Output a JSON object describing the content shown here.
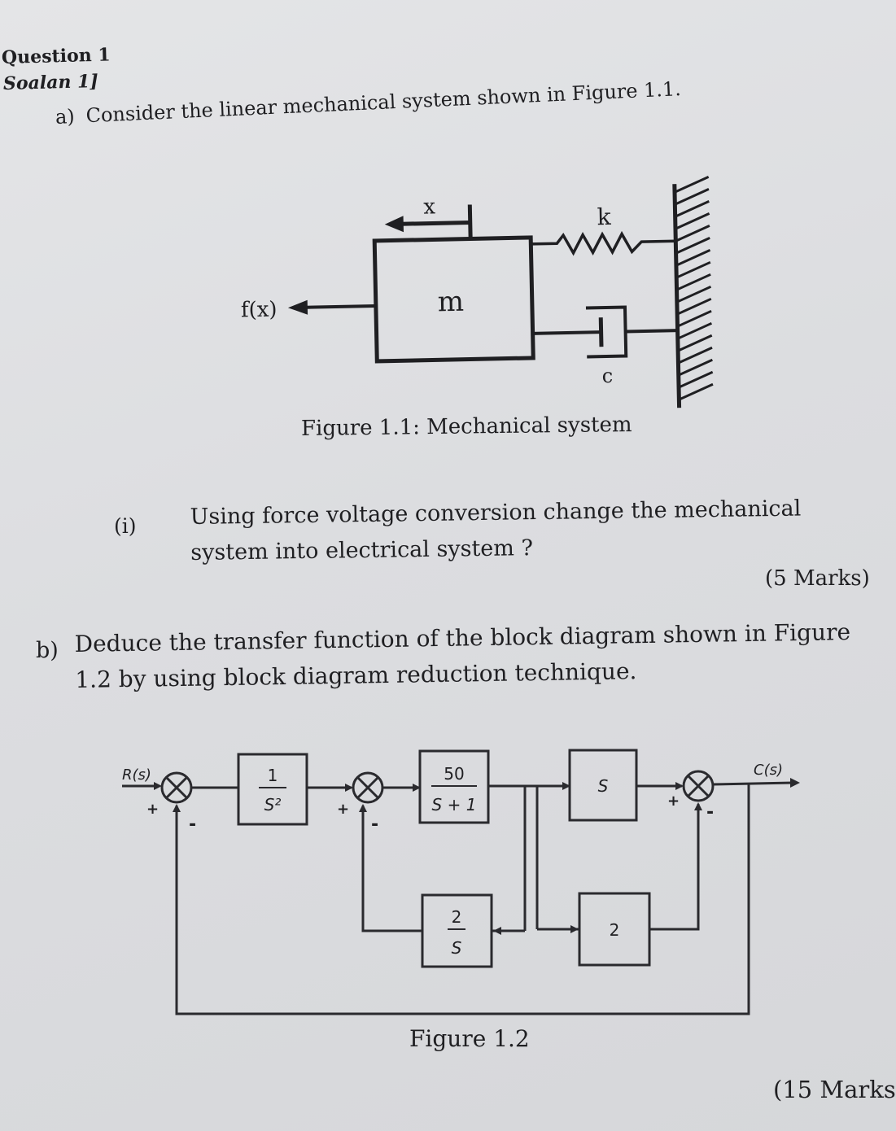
{
  "header": {
    "title": "Question 1",
    "title_translation": "Soalan 1]"
  },
  "part_a": {
    "label": "a)",
    "text": "Consider the linear mechanical system shown in Figure 1.1.",
    "figure": {
      "displacement_label": "x",
      "force_label": "f(x)",
      "mass_label": "m",
      "spring_label": "k",
      "damper_label": "c",
      "caption": "Figure 1.1: Mechanical system"
    },
    "subquestion": {
      "label": "(i)",
      "text": "Using force voltage conversion change the mechanical system into electrical system ?",
      "marks": "(5 Marks)"
    }
  },
  "part_b": {
    "label": "b)",
    "text": "Deduce the transfer function of the block diagram shown in Figure 1.2 by using block diagram reduction technique.",
    "figure": {
      "input_label": "R(s)",
      "output_label": "C(s)",
      "block_g1_num": "1",
      "block_g1_den": "S²",
      "block_g2_num": "50",
      "block_g2_den": "S + 1",
      "block_g3": "S",
      "block_h1_num": "2",
      "block_h1_den": "S",
      "block_h2": "2",
      "plus": "+",
      "minus": "-",
      "caption": "Figure 1.2"
    },
    "marks": "(15 Marks"
  }
}
